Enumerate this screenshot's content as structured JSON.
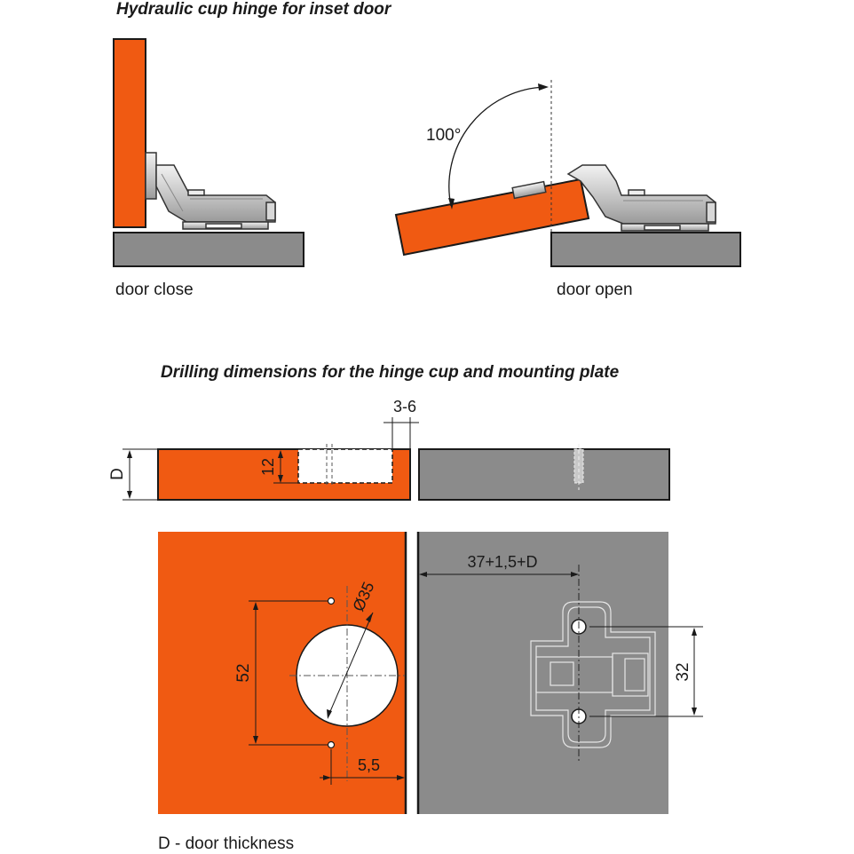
{
  "titles": {
    "hinge": "Hydraulic cup hinge for inset door",
    "drilling": "Drilling dimensions for the hinge cup and mounting plate"
  },
  "captions": {
    "closed": "door close",
    "open": "door open",
    "legend": "D - door thickness"
  },
  "dimensions": {
    "angle": "100°",
    "gap": "3-6",
    "thickness": "D",
    "cup_depth": "12",
    "cup_diameter": "Ø35",
    "hole_spacing": "52",
    "hole_offset": "5,5",
    "plate_offset": "37+1,5+D",
    "plate_hole_spacing": "32"
  },
  "colors": {
    "door": "#f05a12",
    "cabinet": "#8b8b8b",
    "outline": "#1a1a1a",
    "hinge_metal": "#c9c9c9"
  }
}
